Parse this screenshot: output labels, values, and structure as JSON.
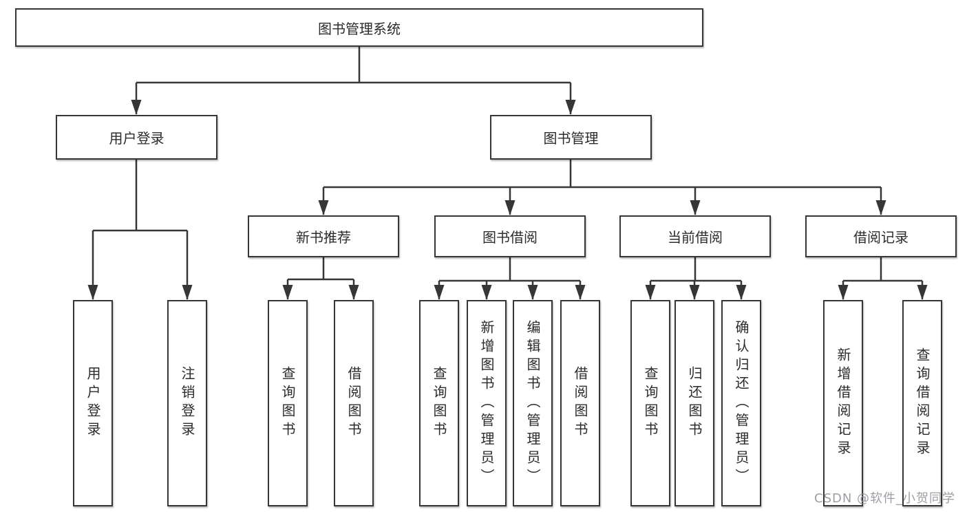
{
  "diagram": {
    "root": "图书管理系统",
    "branches": [
      {
        "label": "用户登录",
        "leaves": [
          "用户登录",
          "注销登录"
        ]
      },
      {
        "label": "图书管理",
        "groups": [
          {
            "label": "新书推荐",
            "leaves": [
              "查询图书",
              "借阅图书"
            ]
          },
          {
            "label": "图书借阅",
            "leaves": [
              "查询图书",
              "新增图书（管理员）",
              "编辑图书（管理员）",
              "借阅图书"
            ]
          },
          {
            "label": "当前借阅",
            "leaves": [
              "查询图书",
              "归还图书",
              "确认归还（管理员）"
            ]
          },
          {
            "label": "借阅记录",
            "leaves": [
              "新增借阅记录",
              "查询借阅记录"
            ]
          }
        ]
      }
    ]
  },
  "watermark": "CSDN @软件_小贺同学",
  "colors": {
    "line": "#363636",
    "text": "#2b2b2b",
    "watermark": "#91969b"
  }
}
